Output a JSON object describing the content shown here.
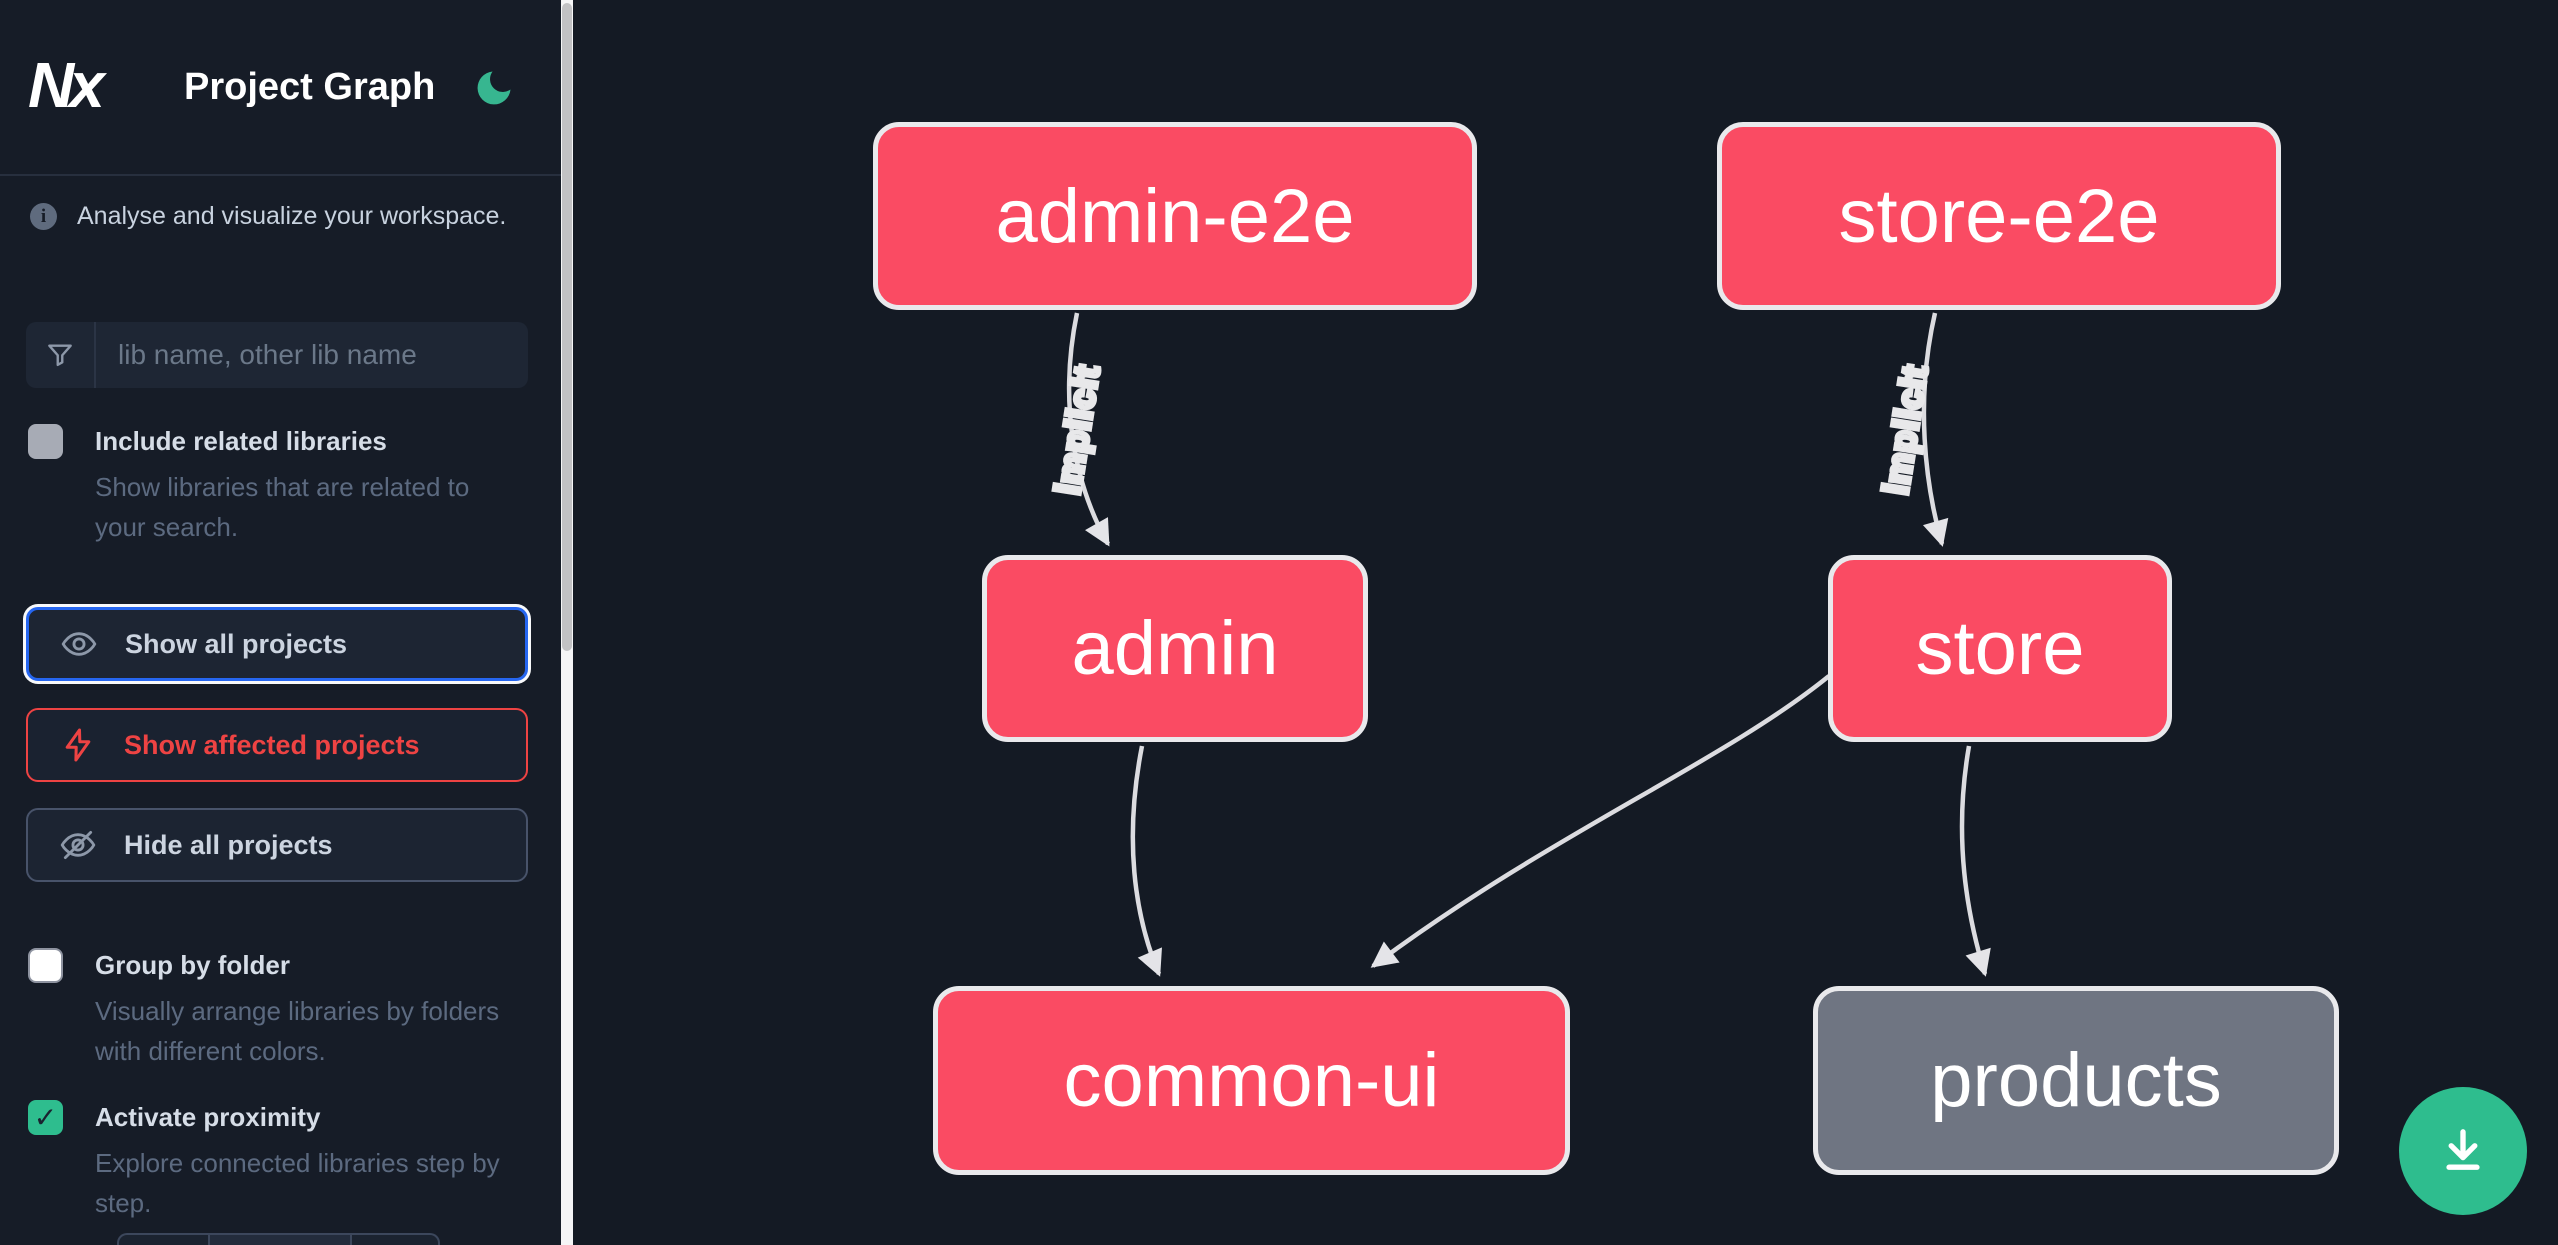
{
  "app": {
    "logo_text": "Nx",
    "title": "Project Graph"
  },
  "sidebar": {
    "tagline": "Analyse and visualize your workspace.",
    "search": {
      "placeholder": "lib name, other lib name"
    },
    "options": [
      {
        "label": "Include related libraries",
        "description": "Show libraries that are related to your search.",
        "checked": false
      },
      {
        "label": "Group by folder",
        "description": "Visually arrange libraries by folders with different colors.",
        "checked": false
      },
      {
        "label": "Activate proximity",
        "description": "Explore connected libraries step by step.",
        "checked": true
      }
    ],
    "actions": [
      {
        "label": "Show all projects",
        "icon": "eye-icon",
        "state": "focused"
      },
      {
        "label": "Show affected projects",
        "icon": "bolt-icon",
        "state": "affected"
      },
      {
        "label": "Hide all projects",
        "icon": "eye-off-icon",
        "state": "default"
      }
    ]
  },
  "graph": {
    "nodes": [
      {
        "id": "admin-e2e",
        "label": "admin-e2e",
        "color": "#fa4b63"
      },
      {
        "id": "store-e2e",
        "label": "store-e2e",
        "color": "#fa4b63"
      },
      {
        "id": "admin",
        "label": "admin",
        "color": "#fa4b63"
      },
      {
        "id": "store",
        "label": "store",
        "color": "#fa4b63"
      },
      {
        "id": "common-ui",
        "label": "common-ui",
        "color": "#fa4b63"
      },
      {
        "id": "products",
        "label": "products",
        "color": "#6f7582"
      }
    ],
    "edges": [
      {
        "from": "admin-e2e",
        "to": "admin",
        "label": "implicit"
      },
      {
        "from": "store-e2e",
        "to": "store",
        "label": "implicit"
      },
      {
        "from": "admin",
        "to": "common-ui",
        "label": ""
      },
      {
        "from": "store",
        "to": "common-ui",
        "label": ""
      },
      {
        "from": "store",
        "to": "products",
        "label": ""
      }
    ]
  },
  "fab": {
    "icon": "download-icon"
  },
  "colors": {
    "sidebar_bg": "#161c27",
    "canvas_bg": "#141a24",
    "node_pink": "#fa4b63",
    "node_gray": "#6f7582",
    "node_border": "#e9e9ec",
    "edge": "#dcdce0",
    "accent_green": "#2ebd8e",
    "focus_blue": "#2666f0",
    "danger_red": "#ee4343",
    "moon_green": "#37b690"
  }
}
